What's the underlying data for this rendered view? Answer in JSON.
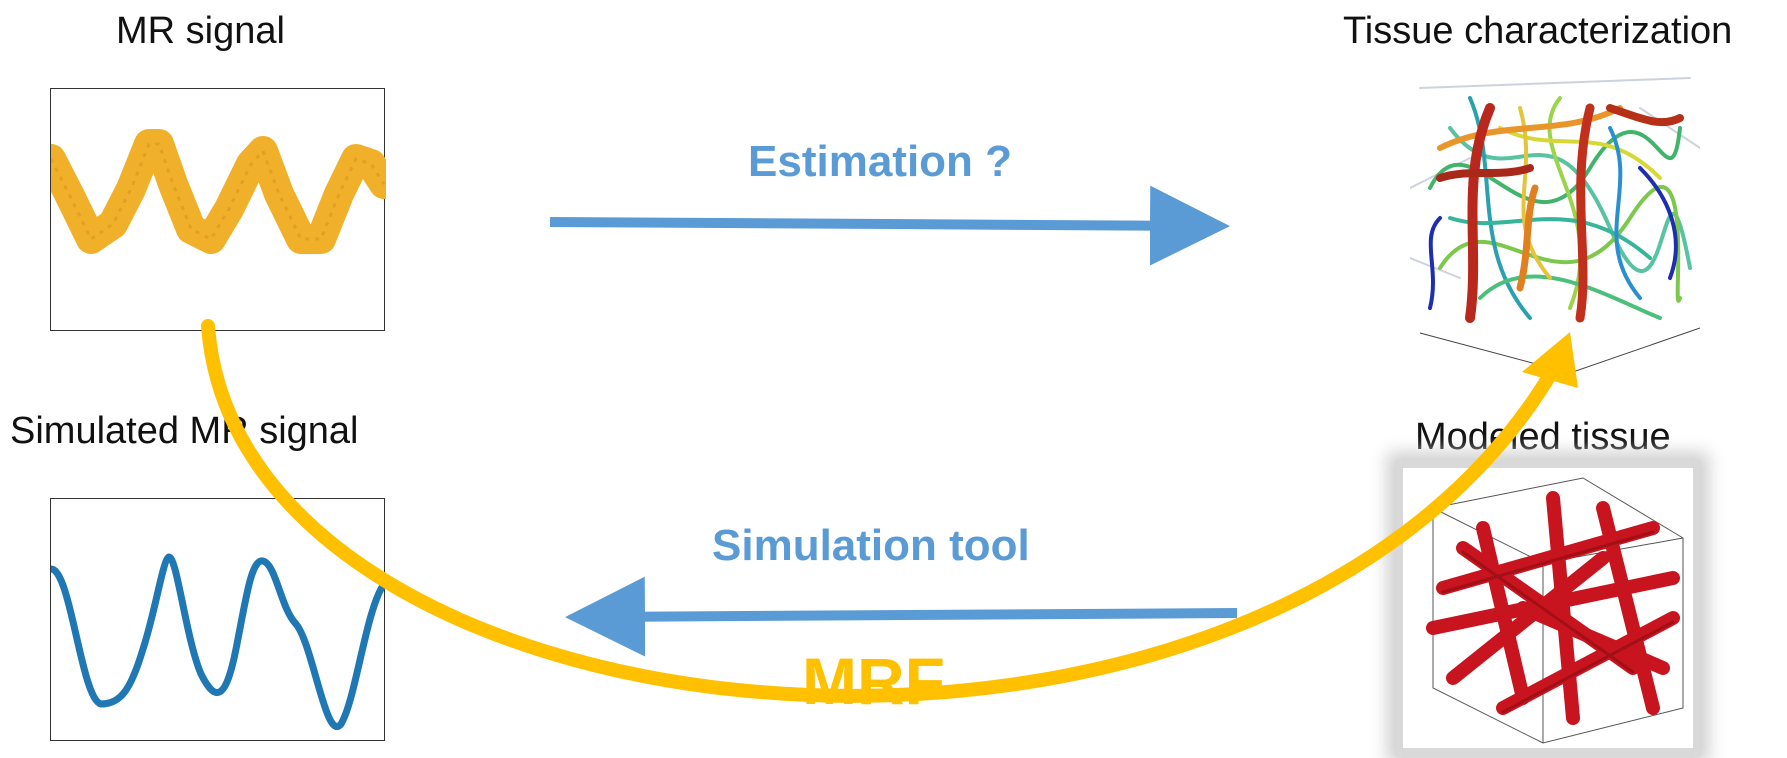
{
  "labels": {
    "mr_signal": "MR signal",
    "simulated_mr_signal": "Simulated MR signal",
    "tissue_characterization": "Tissue characterization",
    "modeled_tissue": "Modeled tissue"
  },
  "arrows": {
    "estimation": "Estimation ?",
    "simulation_tool": "Simulation tool",
    "mrf": "MRF"
  },
  "colors": {
    "arrow_blue": "#5B9BD5",
    "mrf_yellow": "#FFC000",
    "signal_orange": "#F0B02A",
    "signal_blue": "#1F77B4",
    "tissue_red": "#C8141E"
  }
}
